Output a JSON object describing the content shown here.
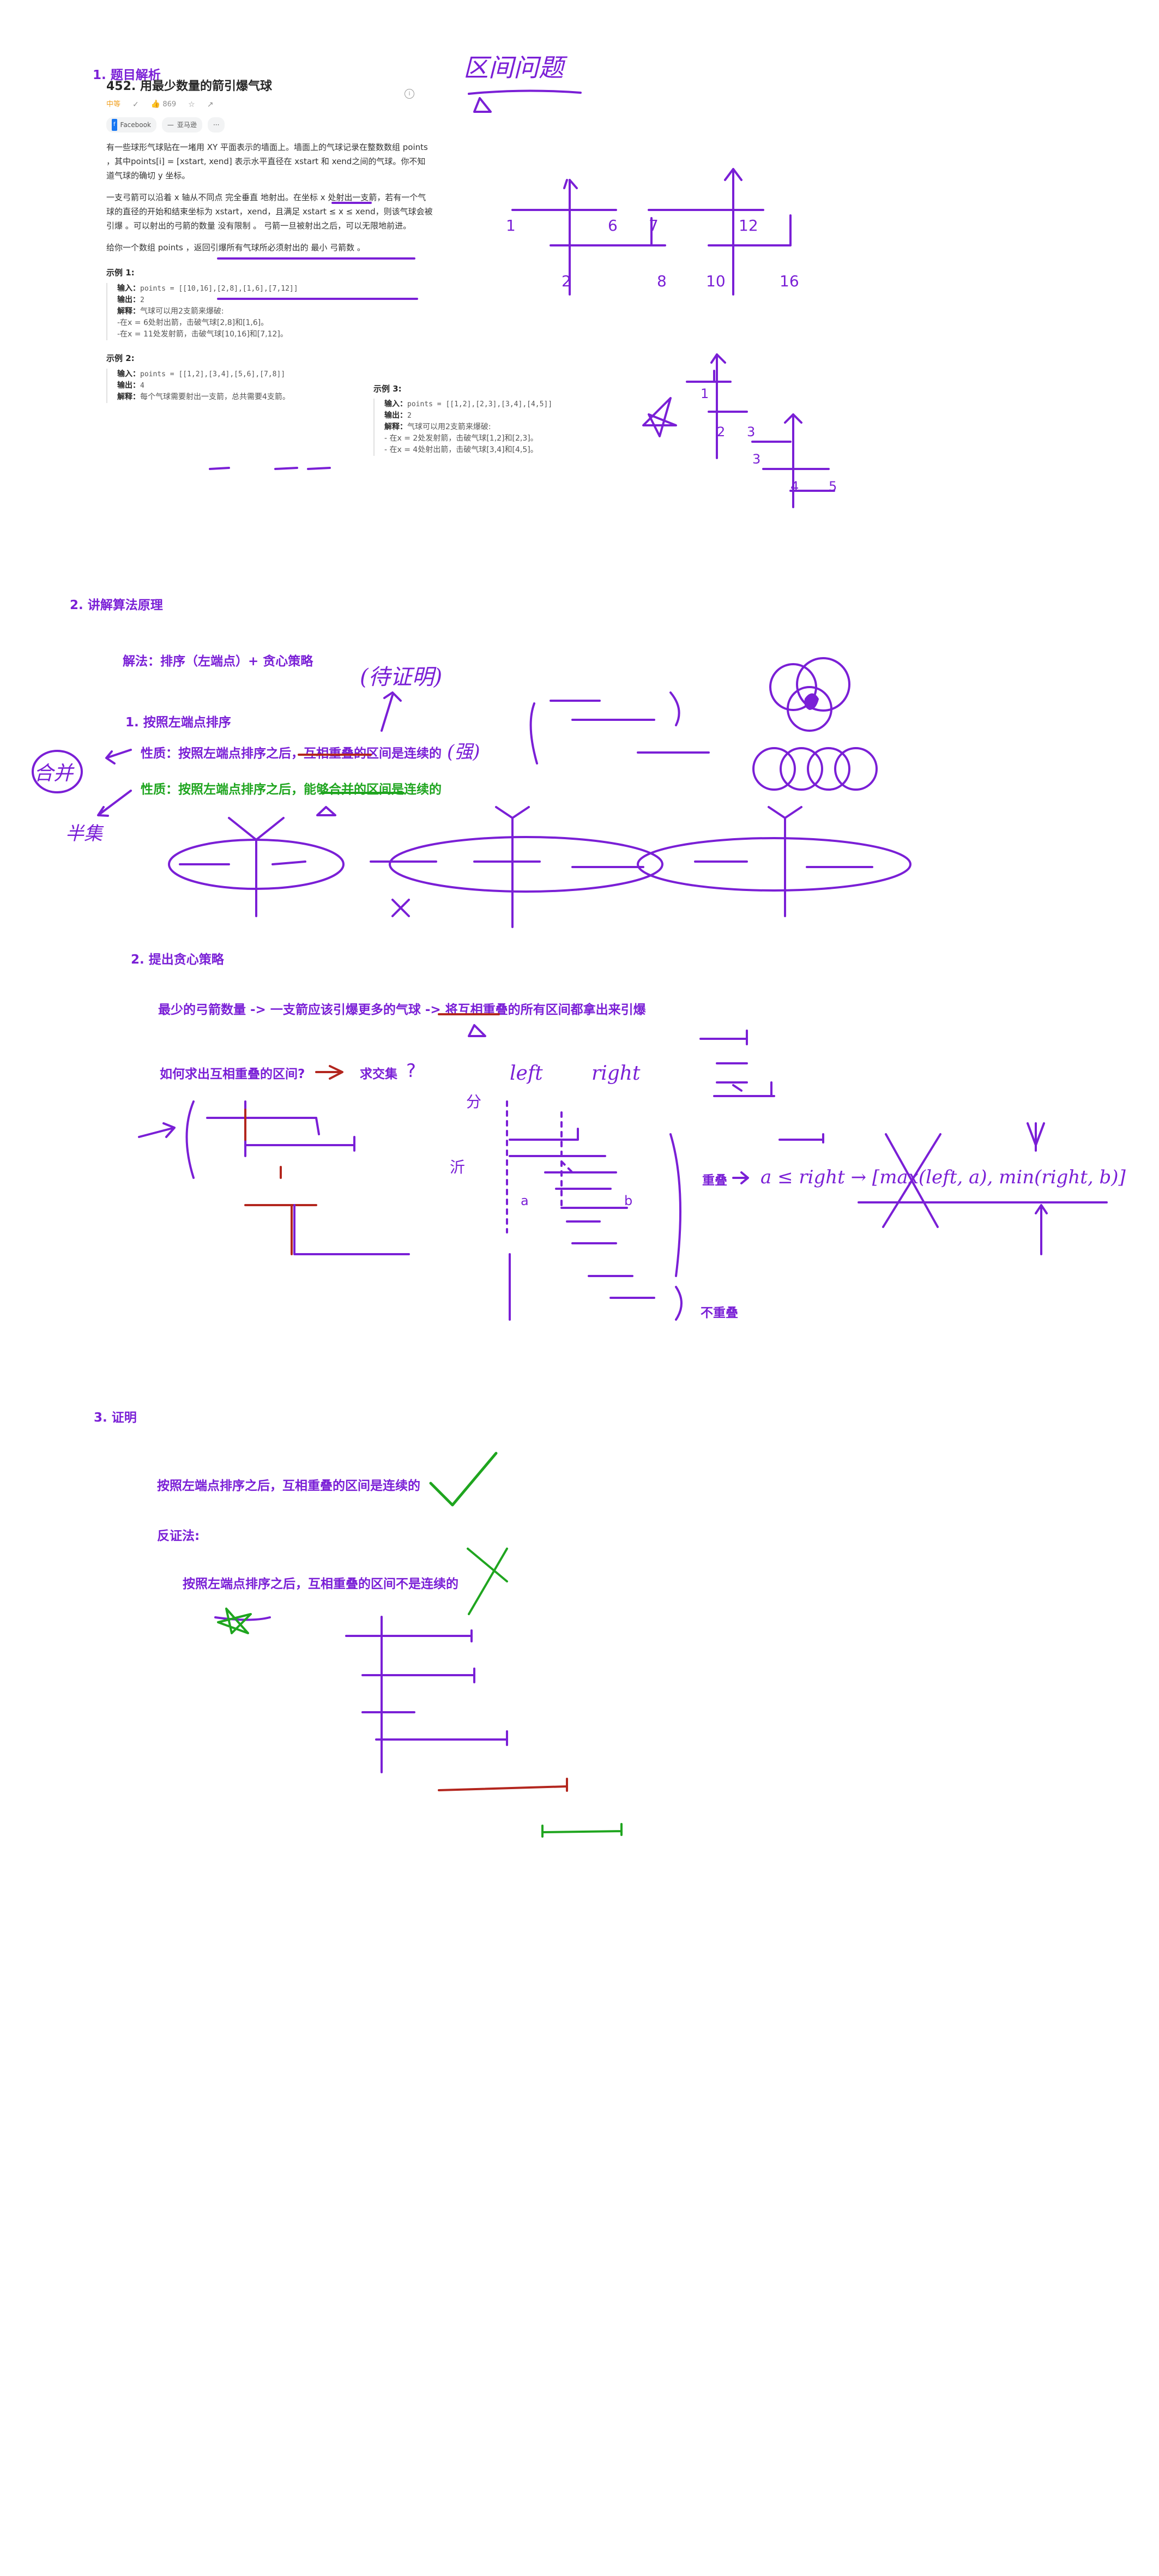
{
  "sections": {
    "s1": "1. 题目解析",
    "s2": "2. 讲解算法原理",
    "s3": "3. 证明"
  },
  "problem": {
    "title": "452. 用最少数量的箭引爆气球",
    "difficulty": "中等",
    "likes": "869",
    "chips": {
      "facebook": "Facebook",
      "oracle": "亚马逊"
    },
    "desc1": "有一些球形气球贴在一堵用 XY 平面表示的墙面上。墙面上的气球记录在整数数组 points ，其中points[i] = [xstart, xend] 表示水平直径在 xstart 和 xend之间的气球。你不知道气球的确切 y 坐标。",
    "desc2": "一支弓箭可以沿着 x 轴从不同点 完全垂直 地射出。在坐标 x 处射出一支箭，若有一个气球的直径的开始和结束坐标为 xstart，xend，且满足 xstart ≤ x ≤ xend，则该气球会被 引爆 。可以射出的弓箭的数量 没有限制 。 弓箭一旦被射出之后，可以无限地前进。",
    "desc3": "给你一个数组 points ，返回引爆所有气球所必须射出的 最小 弓箭数 。",
    "ex1": {
      "title": "示例 1:",
      "input_k": "输入：",
      "input": "points = [[10,16],[2,8],[1,6],[7,12]]",
      "output_k": "输出：",
      "output": "2",
      "expl_k": "解释：",
      "expl": "气球可以用2支箭来爆破:",
      "l1": "-在x = 6处射出箭，击破气球[2,8]和[1,6]。",
      "l2": "-在x = 11处发射箭，击破气球[10,16]和[7,12]。"
    },
    "ex2": {
      "title": "示例 2:",
      "input_k": "输入：",
      "input": "points = [[1,2],[3,4],[5,6],[7,8]]",
      "output_k": "输出：",
      "output": "4",
      "expl_k": "解释：",
      "expl": "每个气球需要射出一支箭，总共需要4支箭。"
    },
    "ex3": {
      "title": "示例 3:",
      "input_k": "输入：",
      "input": "points = [[1,2],[2,3],[3,4],[4,5]]",
      "output_k": "输出：",
      "output": "2",
      "expl_k": "解释：",
      "expl": "气球可以用2支箭来爆破:",
      "l1": "- 在x = 2处发射箭，击破气球[1,2]和[2,3]。",
      "l2": "- 在x = 4处射出箭，击破气球[3,4]和[4,5]。"
    }
  },
  "notes": {
    "method": "解法：排序（左端点）+ 贪心策略",
    "step1": "1. 按照左端点排序",
    "prop1": "性质：按照左端点排序之后，互相重叠的区间是连续的",
    "prop2": "性质：按照左端点排序之后，能够合并的区间是连续的",
    "step2": "2. 提出贪心策略",
    "greedy": "最少的弓箭数量 -> 一支箭应该引爆更多的气球 -> 将互相重叠的所有区间都拿出来引爆",
    "howto": "如何求出互相重叠的区间?",
    "intersect": "求交集",
    "overlap": "重叠",
    "nooverlap": "不重叠",
    "proof1": "按照左端点排序之后，互相重叠的区间是连续的",
    "contra": "反证法:",
    "proof2": "按照左端点排序之后，互相重叠的区间不是连续的"
  },
  "handwriting": {
    "interval_problem": "区间问题",
    "to_prove": "(待证明)",
    "strong": "(强)",
    "merge": "合并",
    "left": "left",
    "right": "right",
    "formula": "a ≤ right → [max(left, a), min(right, b)]",
    "n6": "6",
    "n7": "7",
    "n12": "12",
    "n2": "2",
    "n8": "8",
    "n10": "10",
    "n16": "16",
    "n1": "1",
    "a": "a",
    "b": "b"
  },
  "colors": {
    "ink": "#7a1fd6",
    "red": "#b3261e",
    "green": "#1fa51f",
    "title": "#7a1fd6"
  }
}
